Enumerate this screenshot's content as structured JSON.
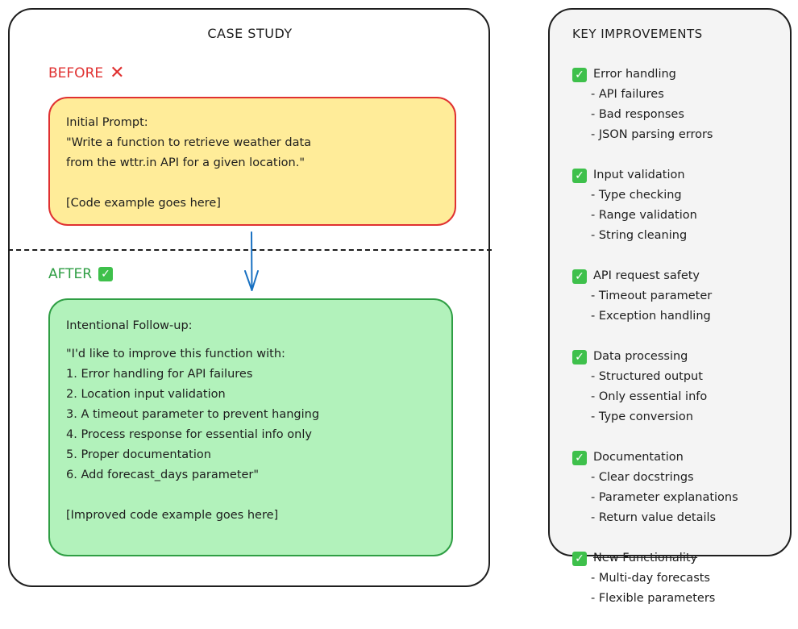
{
  "case_study": {
    "title": "CASE STUDY",
    "before": {
      "label": "BEFORE",
      "icon": "cross-mark-icon",
      "icon_glyph": "✕",
      "color": "#e03131",
      "card": {
        "heading": "Initial Prompt:",
        "lines": [
          "\"Write a function to retrieve weather data",
          "from the wttr.in API for a given location.\""
        ],
        "placeholder": "[Code example goes here]",
        "fill": "#ffec99",
        "stroke": "#e03131"
      }
    },
    "arrow_color": "#1971c2",
    "after": {
      "label": "AFTER",
      "icon": "check-mark-icon",
      "icon_glyph": "✓",
      "color": "#2f9e44",
      "card": {
        "heading": "Intentional Follow-up:",
        "intro": "\"I'd like to improve this function with:",
        "items": [
          "1. Error handling for API failures",
          "2. Location input validation",
          "3. A timeout parameter to prevent hanging",
          "4. Process response for essential info only",
          "5. Proper documentation",
          "6. Add forecast_days parameter\""
        ],
        "placeholder": "[Improved code example goes here]",
        "fill": "#b2f2bb",
        "stroke": "#2f9e44"
      }
    }
  },
  "key_improvements": {
    "title": "KEY IMPROVEMENTS",
    "check_glyph": "✓",
    "sections": [
      {
        "title": "Error handling",
        "items": [
          "- API failures",
          "- Bad responses",
          "- JSON parsing errors"
        ]
      },
      {
        "title": "Input validation",
        "items": [
          "- Type checking",
          "- Range validation",
          "- String cleaning"
        ]
      },
      {
        "title": "API request safety",
        "items": [
          "- Timeout parameter",
          "- Exception handling"
        ]
      },
      {
        "title": "Data processing",
        "items": [
          "- Structured output",
          "- Only essential info",
          "- Type conversion"
        ]
      },
      {
        "title": "Documentation",
        "items": [
          "- Clear docstrings",
          "- Parameter explanations",
          "- Return value details"
        ]
      },
      {
        "title": "New Functionality",
        "items": [
          "- Multi-day forecasts",
          "- Flexible parameters"
        ]
      }
    ]
  }
}
